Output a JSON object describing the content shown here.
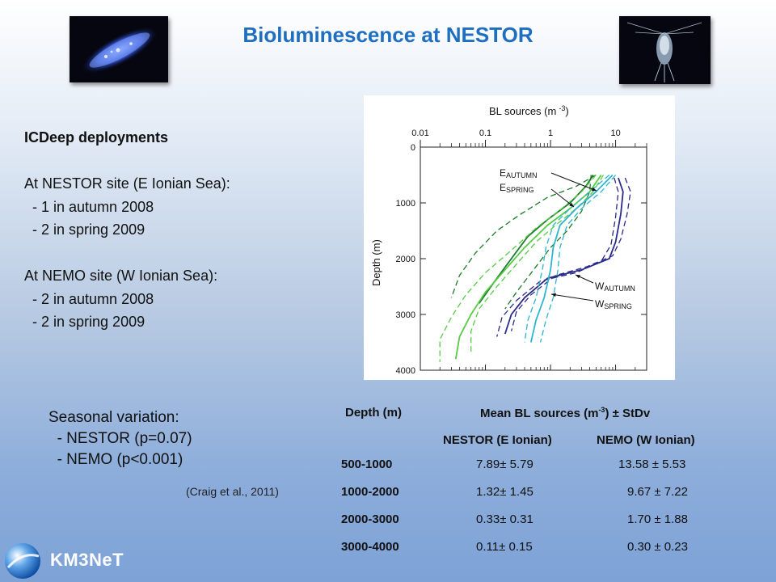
{
  "slide": {
    "title": "Bioluminescence at NESTOR",
    "left_photo": "bioluminescent-organism-photo",
    "right_photo": "copepod-photo",
    "deployments": {
      "heading": "ICDeep deployments",
      "nestor_site": "At NESTOR site (E Ionian Sea):",
      "nestor_items": [
        "- 1 in autumn 2008",
        "- 2 in spring 2009"
      ],
      "nemo_site": "At NEMO site (W Ionian Sea):",
      "nemo_items": [
        "- 2 in autumn 2008",
        "- 2 in spring 2009"
      ]
    },
    "seasonal": {
      "heading": "Seasonal variation:",
      "items": [
        "- NESTOR (p=0.07)",
        "- NEMO (p<0.001)"
      ],
      "citation": "(Craig et al., 2011)"
    },
    "logo": {
      "text": "KM3NeT",
      "icon": "km3net-globe-icon"
    }
  },
  "table": {
    "depth_header": "Depth (m)",
    "mean_header_prefix": "Mean BL sources (m",
    "mean_header_exp": "-3",
    "mean_header_suffix": ") ± StDv",
    "nestor_header": "NESTOR (E Ionian)",
    "nemo_header": "NEMO (W Ionian)",
    "rows": [
      {
        "depth": "500-1000",
        "nestor": "7.89± 5.79",
        "nemo": "13.58 ± 5.53"
      },
      {
        "depth": "1000-2000",
        "nestor": "1.32± 1.45",
        "nemo": "9.67 ± 7.22"
      },
      {
        "depth": "2000-3000",
        "nestor": "0.33± 0.31",
        "nemo": "1.70 ± 1.88"
      },
      {
        "depth": "3000-4000",
        "nestor": "0.11± 0.15",
        "nemo": "0.30 ± 0.23"
      }
    ]
  },
  "chart_data": {
    "type": "line",
    "title": "",
    "xlabel": "BL sources (m -3)",
    "xlabel_main": "BL sources (m",
    "xlabel_exp": "-3",
    "xlabel_close": ")",
    "ylabel": "Depth (m)",
    "x_scale": "log",
    "xlim": [
      0.01,
      30
    ],
    "ylim": [
      0,
      4000
    ],
    "y_inverted": true,
    "x_ticks": [
      0.01,
      0.1,
      1,
      10
    ],
    "x_tick_labels": [
      "0.01",
      "0.1",
      "1",
      "10"
    ],
    "y_ticks": [
      0,
      1000,
      2000,
      3000,
      4000
    ],
    "y_tick_labels": [
      "0",
      "1000",
      "2000",
      "3000",
      "4000"
    ],
    "annotations": [
      {
        "main": "E",
        "sub": "AUTUMN",
        "series": "E autumn"
      },
      {
        "main": "E",
        "sub": "SPRING",
        "series": "E spring"
      },
      {
        "main": "W",
        "sub": "AUTUMN",
        "series": "W autumn"
      },
      {
        "main": "W",
        "sub": "SPRING",
        "series": "W spring"
      }
    ],
    "series": [
      {
        "name": "E autumn",
        "color": "#1a7a2a",
        "style": "mean",
        "x": [
          4.5,
          3.5,
          2.0,
          0.9,
          0.45,
          0.25,
          0.14,
          0.08
        ],
        "y": [
          500,
          700,
          1000,
          1300,
          1600,
          2000,
          2400,
          2800
        ]
      },
      {
        "name": "E autumn",
        "color": "#1a7a2a",
        "style": "dashed",
        "x": [
          5.0,
          2.5,
          0.9,
          0.35,
          0.15,
          0.07,
          0.04,
          0.03
        ],
        "y": [
          500,
          700,
          900,
          1200,
          1500,
          1900,
          2300,
          2700
        ]
      },
      {
        "name": "E autumn",
        "color": "#1a7a2a",
        "style": "dashed",
        "x": [
          4.2,
          4.0,
          3.0,
          1.8,
          1.0,
          0.55,
          0.3,
          0.2
        ],
        "y": [
          500,
          800,
          1150,
          1500,
          1800,
          2200,
          2600,
          2900
        ]
      },
      {
        "name": "E spring",
        "color": "#55cc44",
        "style": "mean",
        "x": [
          6.0,
          4.0,
          2.0,
          0.9,
          0.4,
          0.2,
          0.1,
          0.06,
          0.04,
          0.035
        ],
        "y": [
          500,
          800,
          1100,
          1400,
          1800,
          2200,
          2600,
          3000,
          3400,
          3800
        ]
      },
      {
        "name": "E spring",
        "color": "#55cc44",
        "style": "dashed",
        "x": [
          6.5,
          4.5,
          2.5,
          1.2,
          0.6,
          0.3,
          0.15,
          0.08,
          0.06,
          0.06
        ],
        "y": [
          500,
          800,
          1100,
          1400,
          1700,
          2100,
          2500,
          2900,
          3300,
          3700
        ]
      },
      {
        "name": "E spring",
        "color": "#55cc44",
        "style": "dashed",
        "x": [
          5.0,
          3.0,
          1.5,
          0.6,
          0.25,
          0.1,
          0.05,
          0.03,
          0.02,
          0.02
        ],
        "y": [
          500,
          800,
          1100,
          1450,
          1850,
          2250,
          2650,
          3050,
          3450,
          3850
        ]
      },
      {
        "name": "W autumn",
        "color": "#2a2a88",
        "style": "mean",
        "x": [
          11.0,
          13.0,
          12.0,
          10.0,
          8.0,
          3.0,
          0.9,
          0.4,
          0.25,
          0.2
        ],
        "y": [
          550,
          800,
          1200,
          1700,
          2000,
          2200,
          2350,
          2700,
          3000,
          3350
        ]
      },
      {
        "name": "W autumn",
        "color": "#2a2a88",
        "style": "dashed",
        "x": [
          14.0,
          17.0,
          15.0,
          12.0,
          9.0,
          3.5,
          1.2,
          0.5,
          0.3,
          0.25
        ],
        "y": [
          550,
          800,
          1200,
          1650,
          1950,
          2150,
          2300,
          2650,
          2950,
          3300
        ]
      },
      {
        "name": "W autumn",
        "color": "#2a2a88",
        "style": "dashed",
        "x": [
          9.5,
          11.0,
          10.0,
          8.5,
          6.0,
          2.5,
          0.7,
          0.3,
          0.18,
          0.15
        ],
        "y": [
          550,
          800,
          1250,
          1750,
          2050,
          2250,
          2400,
          2750,
          3050,
          3400
        ]
      },
      {
        "name": "W spring",
        "color": "#2bb5d0",
        "style": "mean",
        "x": [
          9.0,
          5.0,
          2.5,
          1.4,
          1.1,
          1.0,
          0.8,
          0.6,
          0.5
        ],
        "y": [
          500,
          800,
          1100,
          1400,
          1800,
          2200,
          2700,
          3100,
          3500
        ]
      },
      {
        "name": "W spring",
        "color": "#2bb5d0",
        "style": "dashed",
        "x": [
          10.0,
          6.0,
          3.0,
          1.8,
          1.4,
          1.3,
          1.1,
          0.85,
          0.7
        ],
        "y": [
          500,
          800,
          1100,
          1400,
          1800,
          2200,
          2700,
          3100,
          3500
        ]
      },
      {
        "name": "W spring",
        "color": "#2bb5d0",
        "style": "dashed",
        "x": [
          8.0,
          4.0,
          2.0,
          1.1,
          0.85,
          0.75,
          0.6,
          0.45,
          0.4
        ],
        "y": [
          500,
          800,
          1100,
          1400,
          1800,
          2200,
          2700,
          3100,
          3500
        ]
      }
    ]
  }
}
